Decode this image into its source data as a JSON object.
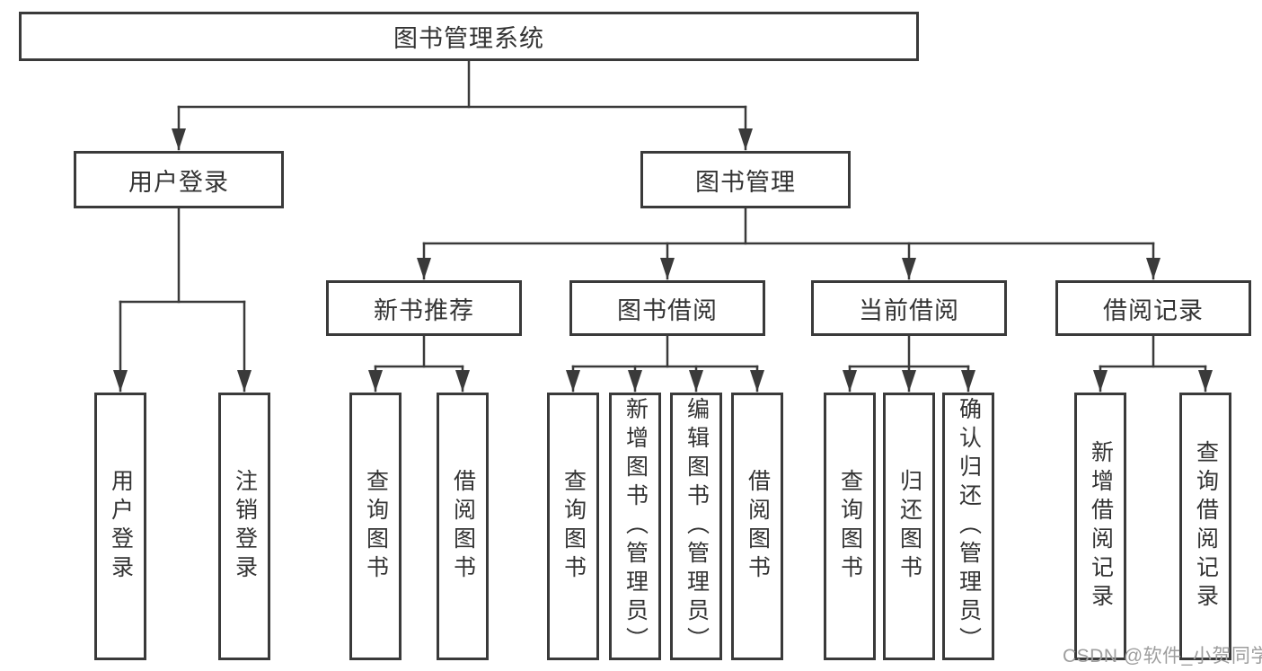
{
  "style": {
    "background": "#ffffff",
    "line_color": "#3a3a3a",
    "box_border_color": "#3a3a3a",
    "text_color": "#333333",
    "watermark_color": "#9e9e9e"
  },
  "tree": {
    "root": {
      "label": "图书管理系统",
      "children": [
        {
          "label": "用户登录",
          "children": [
            {
              "label": "用户登录"
            },
            {
              "label": "注销登录"
            }
          ]
        },
        {
          "label": "图书管理",
          "children": [
            {
              "label": "新书推荐",
              "children": [
                {
                  "label": "查询图书"
                },
                {
                  "label": "借阅图书"
                }
              ]
            },
            {
              "label": "图书借阅",
              "children": [
                {
                  "label": "查询图书"
                },
                {
                  "label": "新增图书（管理员）"
                },
                {
                  "label": "编辑图书（管理员）"
                },
                {
                  "label": "借阅图书"
                }
              ]
            },
            {
              "label": "当前借阅",
              "children": [
                {
                  "label": "查询图书"
                },
                {
                  "label": "归还图书"
                },
                {
                  "label": "确认归还（管理员）"
                }
              ]
            },
            {
              "label": "借阅记录",
              "children": [
                {
                  "label": "新增借阅记录"
                },
                {
                  "label": "查询借阅记录"
                }
              ]
            }
          ]
        }
      ]
    }
  },
  "watermark": {
    "text": "CSDN @软件_小贺同学"
  }
}
